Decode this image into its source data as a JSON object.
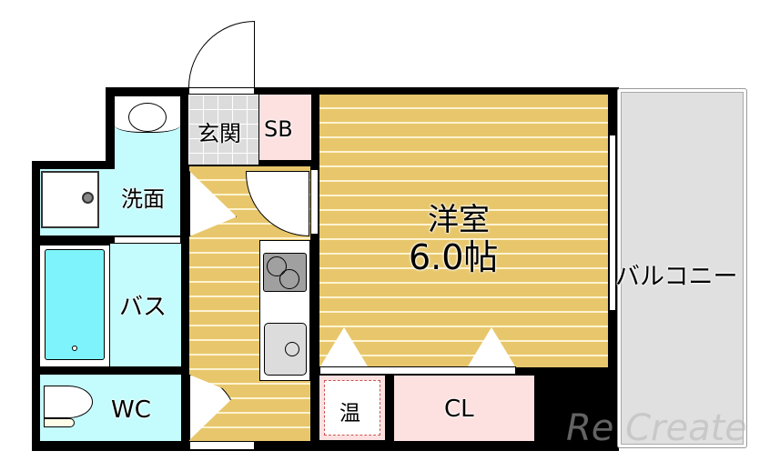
{
  "floorplan": {
    "rooms": {
      "entrance": "玄関",
      "shoe_box": "SB",
      "washroom": "洗面",
      "bath": "バス",
      "toilet": "WC",
      "western_room_name": "洋室",
      "western_room_size": "6.0帖",
      "balcony": "バルコニー",
      "water_heater": "温",
      "closet": "CL"
    },
    "watermark": "Re Create",
    "colors": {
      "wall": "#000000",
      "floor": "#e8c76c",
      "water_area": "#c4fbfd",
      "storage": "#fde0e0",
      "balcony": "#e0e0e0",
      "entrance_tile": "#dcdcdc"
    }
  }
}
